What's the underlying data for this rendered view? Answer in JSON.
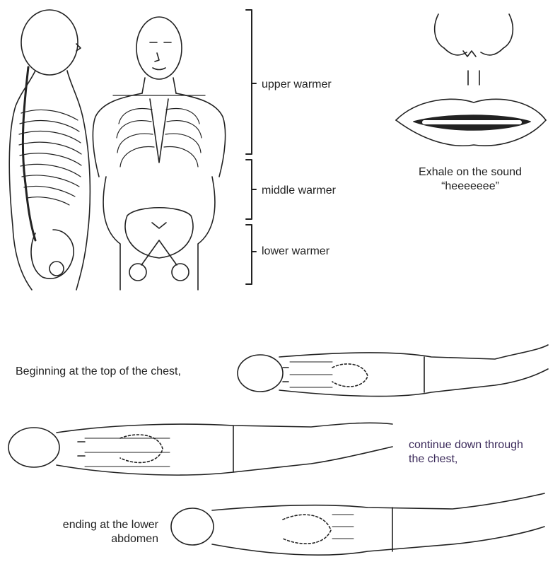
{
  "warmers": {
    "upper": "upper warmer",
    "middle": "middle warmer",
    "lower": "lower warmer"
  },
  "exhale": {
    "line1": "Exhale on the sound",
    "line2": "“heeeeeee”"
  },
  "steps": {
    "top_chest": "Beginning at the top of the chest,",
    "through_chest_1": "continue down through",
    "through_chest_2": "the chest,",
    "lower_1": "ending at the lower",
    "lower_2": "abdomen"
  },
  "icons": [
    "body-side-view",
    "body-front-view",
    "nose-mouth",
    "lying-body-top",
    "lying-body-middle",
    "lying-body-bottom"
  ]
}
